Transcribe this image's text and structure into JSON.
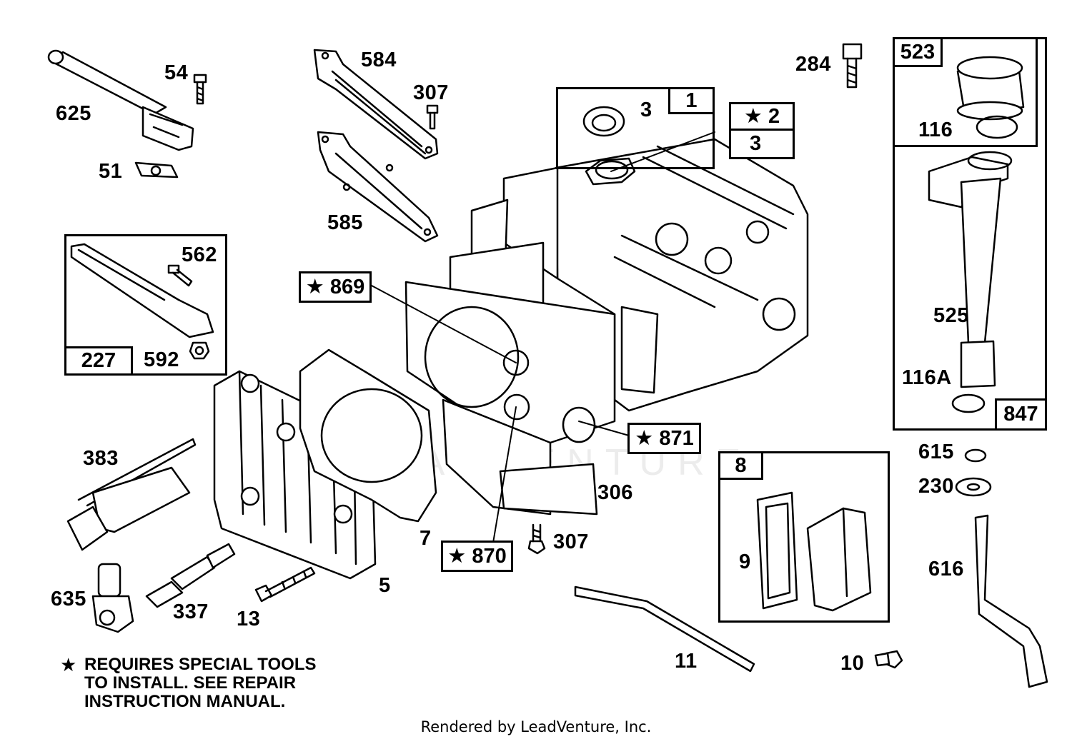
{
  "diagram": {
    "watermark": "LEADVENTURE",
    "credit": "Rendered by LeadVenture, Inc.",
    "footnote": {
      "star": "★",
      "lines": [
        "REQUIRES SPECIAL TOOLS",
        "TO INSTALL.  SEE REPAIR",
        "INSTRUCTION MANUAL."
      ]
    },
    "callouts": {
      "c625": "625",
      "c54": "54",
      "c51": "51",
      "c584": "584",
      "c307a": "307",
      "c585": "585",
      "c3a": "3",
      "c284": "284",
      "c562": "562",
      "c592": "592",
      "c383": "383",
      "c635": "635",
      "c337": "337",
      "c13": "13",
      "c5": "5",
      "c7": "7",
      "c306": "306",
      "c307b": "307",
      "c9": "9",
      "c11": "11",
      "c10": "10",
      "c116": "116",
      "c525": "525",
      "c116a": "116A",
      "c615": "615",
      "c230": "230",
      "c616": "616"
    },
    "boxed": {
      "b1": "1",
      "b2": "★ 2",
      "b3": "3",
      "b869": "★ 869",
      "b871": "★ 871",
      "b870": "★ 870",
      "b227": "227",
      "b8": "8",
      "b523": "523",
      "b847": "847"
    }
  }
}
